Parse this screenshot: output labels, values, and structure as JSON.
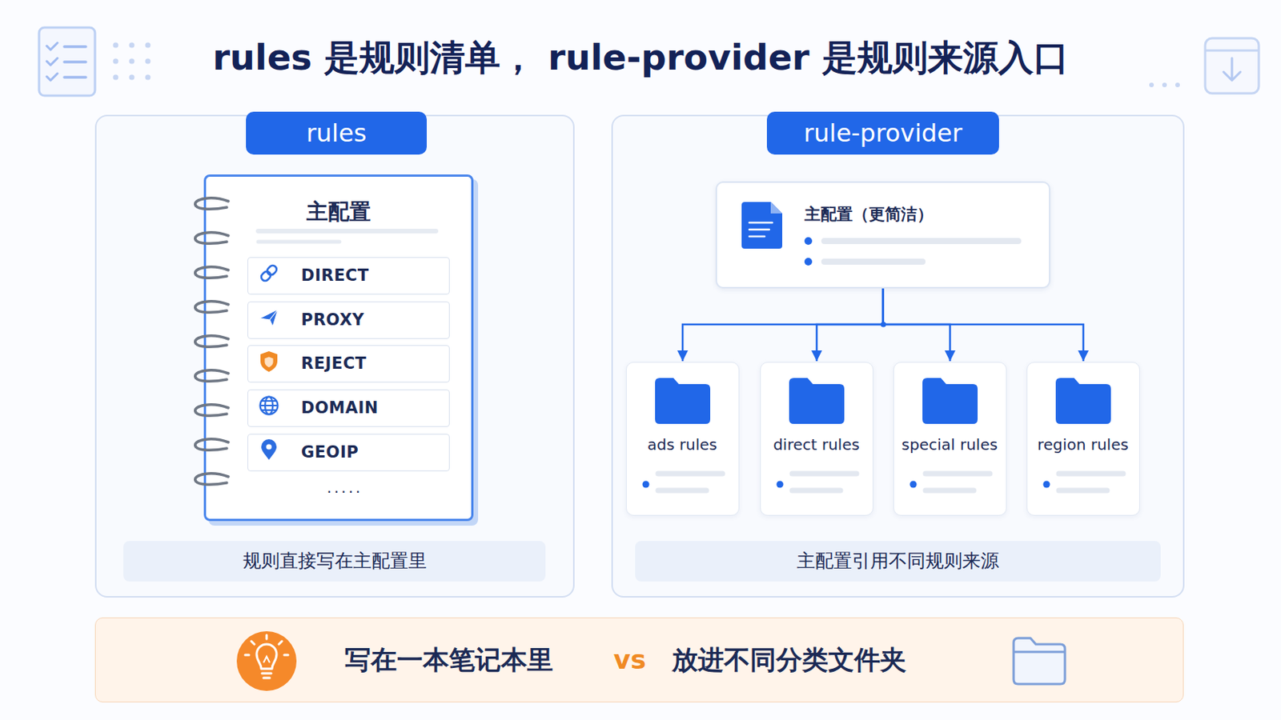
{
  "diagram": {
    "title": "rules 是规则清单， rule-provider 是规则来源入口",
    "nodes": [
      {
        "text": [
          "rules"
        ]
      },
      {
        "text": [
          "主配置"
        ],
        "in": 0
      },
      {
        "text": [
          "DIRECT"
        ],
        "in": 1
      },
      {
        "text": [
          "PROXY"
        ],
        "in": 1
      },
      {
        "text": [
          "REJECT"
        ],
        "in": 1
      },
      {
        "text": [
          "DOMAIN"
        ],
        "in": 1
      },
      {
        "text": [
          "GEOIP"
        ],
        "in": 1
      },
      {
        "text": [
          "规则直接写在主配置里"
        ],
        "in": 0
      },
      {
        "text": [
          "rule-provider"
        ]
      },
      {
        "text": [
          "主配置（更简洁）"
        ],
        "in": 8
      },
      {
        "text": [
          "ads rules"
        ],
        "in": 8
      },
      {
        "text": [
          "direct rules"
        ],
        "in": 8
      },
      {
        "text": [
          "special rules"
        ],
        "in": 8
      },
      {
        "text": [
          "region rules"
        ],
        "in": 8
      },
      {
        "text": [
          "主配置引用不同规则来源"
        ],
        "in": 8
      },
      {
        "text": [
          "写在一本笔记本里",
          "vs",
          "放进不同分类文件夹"
        ]
      }
    ],
    "edges": [
      {
        "from": 9,
        "to": 10,
        "arrow": "to"
      },
      {
        "from": 9,
        "to": 11,
        "arrow": "to"
      },
      {
        "from": 9,
        "to": 12,
        "arrow": "to"
      },
      {
        "from": 9,
        "to": 13,
        "arrow": "to"
      }
    ],
    "labels": [
      "....."
    ]
  }
}
